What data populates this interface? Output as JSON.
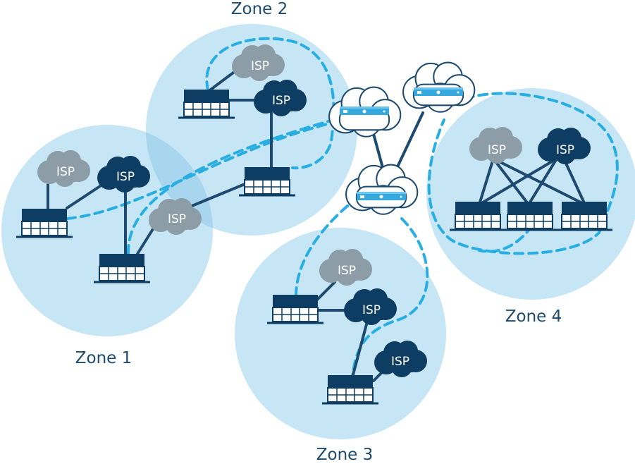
{
  "zones": [
    {
      "label": "Zone 1"
    },
    {
      "label": "Zone 2"
    },
    {
      "label": "Zone 3"
    },
    {
      "label": "Zone 4"
    }
  ],
  "isp_label": "ISP",
  "colors": {
    "zone_fill": "#c6e6f5",
    "zone_overlap": "#a7d6ee",
    "dark_navy": "#0e3d63",
    "gray_cloud": "#8c9da8",
    "dashed_link": "#29aee2",
    "solid_link": "#1d4a6e",
    "appliance": "#35a9de",
    "label_text": "#1d4a6e"
  },
  "icons": [
    "cloud-icon",
    "building-icon",
    "router-appliance-icon"
  ]
}
